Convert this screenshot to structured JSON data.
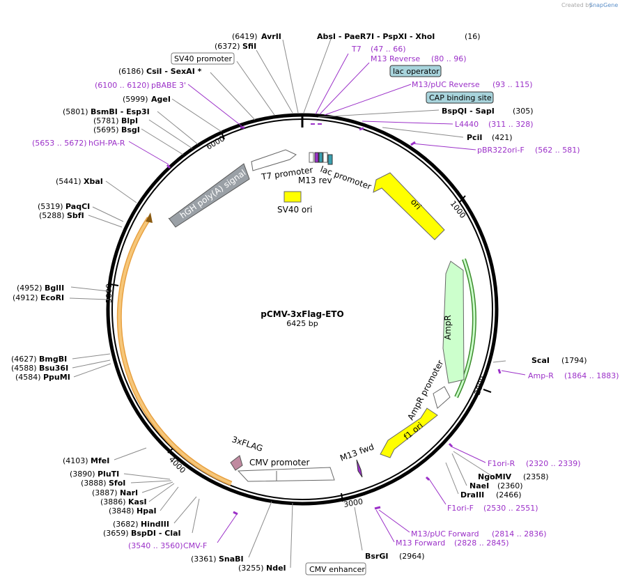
{
  "credit": {
    "text": "Created by",
    "brand": "SnapGene"
  },
  "plasmid": {
    "name": "pCMV-3xFlag-ETO",
    "size_label": "6425 bp"
  },
  "ticks": [
    "1000",
    "2000",
    "3000",
    "4000",
    "5000",
    "6000"
  ],
  "sites_black": [
    {
      "id": "avrii",
      "pos": "(6419)",
      "name": "AvrII"
    },
    {
      "id": "sfii",
      "pos": "(6372)",
      "name": "SfiI"
    },
    {
      "id": "top",
      "text": "AbsI   - PaeR7I   - PspXI   - XhoI",
      "pos": "(16)"
    },
    {
      "id": "csii",
      "pos": "(6186)",
      "name": "CsiI   - SexAI *"
    },
    {
      "id": "agei",
      "pos": "(5999)",
      "name": "AgeI"
    },
    {
      "id": "bsmbi",
      "pos": "(5801)",
      "name": "BsmBI   - Esp3I"
    },
    {
      "id": "blpi",
      "pos": "(5781)",
      "name": "BlpI"
    },
    {
      "id": "bsgi",
      "pos": "(5695)",
      "name": "BsgI"
    },
    {
      "id": "xbai",
      "pos": "(5441)",
      "name": "XbaI"
    },
    {
      "id": "paqci",
      "pos": "(5319)",
      "name": "PaqCI"
    },
    {
      "id": "sbfi",
      "pos": "(5288)",
      "name": "SbfI"
    },
    {
      "id": "bglii",
      "pos": "(4952)",
      "name": "BglII"
    },
    {
      "id": "ecori",
      "pos": "(4912)",
      "name": "EcoRI"
    },
    {
      "id": "bmgbi",
      "pos": "(4627)",
      "name": "BmgBI"
    },
    {
      "id": "bsu36i",
      "pos": "(4588)",
      "name": "Bsu36I"
    },
    {
      "id": "ppumi",
      "pos": "(4584)",
      "name": "PpuMI"
    },
    {
      "id": "mfei",
      "pos": "(4103)",
      "name": "MfeI"
    },
    {
      "id": "pluti",
      "pos": "(3890)",
      "name": "PluTI"
    },
    {
      "id": "sfoi",
      "pos": "(3888)",
      "name": "SfoI"
    },
    {
      "id": "nari",
      "pos": "(3887)",
      "name": "NarI"
    },
    {
      "id": "kasi",
      "pos": "(3886)",
      "name": "KasI"
    },
    {
      "id": "hpai",
      "pos": "(3848)",
      "name": "HpaI"
    },
    {
      "id": "hindiii",
      "pos": "(3682)",
      "name": "HindIII"
    },
    {
      "id": "bspdi",
      "pos": "(3659)",
      "name": "BspDI   - ClaI"
    },
    {
      "id": "snabi",
      "pos": "(3361)",
      "name": "SnaBI"
    },
    {
      "id": "ndei",
      "pos": "(3255)",
      "name": "NdeI"
    },
    {
      "id": "bspqi",
      "name": "BspQI   - SapI",
      "pos": "(305)"
    },
    {
      "id": "pcii",
      "name": "PciI",
      "pos": "(421)"
    },
    {
      "id": "scai",
      "name": "ScaI",
      "pos": "(1794)"
    },
    {
      "id": "ngomiv",
      "name": "NgoMIV",
      "pos": "(2358)"
    },
    {
      "id": "naei",
      "name": "NaeI",
      "pos": "(2360)"
    },
    {
      "id": "draiii",
      "name": "DraIII",
      "pos": "(2466)"
    },
    {
      "id": "bsrgi",
      "name": "BsrGI",
      "pos": "(2964)"
    }
  ],
  "primers": [
    {
      "id": "t7",
      "name": "T7",
      "range": "(47 .. 66)"
    },
    {
      "id": "m13rev",
      "name": "M13 Reverse",
      "range": "(80 .. 96)"
    },
    {
      "id": "m13puc",
      "name": "M13/pUC Reverse",
      "range": "(93 .. 115)"
    },
    {
      "id": "pbabe",
      "range": "(6100 .. 6120)",
      "name": "pBABE 3'"
    },
    {
      "id": "hghpa",
      "range": "(5653 .. 5672)",
      "name": "hGH-PA-R"
    },
    {
      "id": "l4440",
      "name": "L4440",
      "range": "(311 .. 328)"
    },
    {
      "id": "pbr322",
      "name": "pBR322ori-F",
      "range": "(562 .. 581)"
    },
    {
      "id": "ampr",
      "name": "Amp-R",
      "range": "(1864 .. 1883)"
    },
    {
      "id": "f1orir",
      "name": "F1ori-R",
      "range": "(2320 .. 2339)"
    },
    {
      "id": "f1orif",
      "name": "F1ori-F",
      "range": "(2530 .. 2551)"
    },
    {
      "id": "m13pucf",
      "name": "M13/pUC Forward",
      "range": "(2814 .. 2836)"
    },
    {
      "id": "m13f",
      "name": "M13 Forward",
      "range": "(2828 .. 2845)"
    },
    {
      "id": "cmvf",
      "range": "(3540 .. 3560)",
      "name": "CMV-F"
    }
  ],
  "boxed": {
    "sv40promoter": "SV40 promoter",
    "lacoperator": "lac operator",
    "cap": "CAP binding site",
    "cmvenhancer": "CMV enhancer"
  },
  "features": {
    "t7promoter": "T7 promoter",
    "lacpromoter": "lac promoter",
    "m13rev": "M13 rev",
    "sv40ori": "SV40 ori",
    "ori": "ori",
    "ampr": "AmpR",
    "amprpromoter": "AmpR promoter",
    "f1ori": "f1 ori",
    "m13fwd": "M13 fwd",
    "cmvpromoter": "CMV promoter",
    "flag": "3xFLAG",
    "hgh": "hGH poly(A) signal"
  },
  "colors": {
    "ori": "#ffff00",
    "ampr": "#ccffcc",
    "hgh": "#9aa0a6",
    "orf": "#f6c77a",
    "primer": "#9b30c8",
    "flag": "#c08aa0"
  }
}
